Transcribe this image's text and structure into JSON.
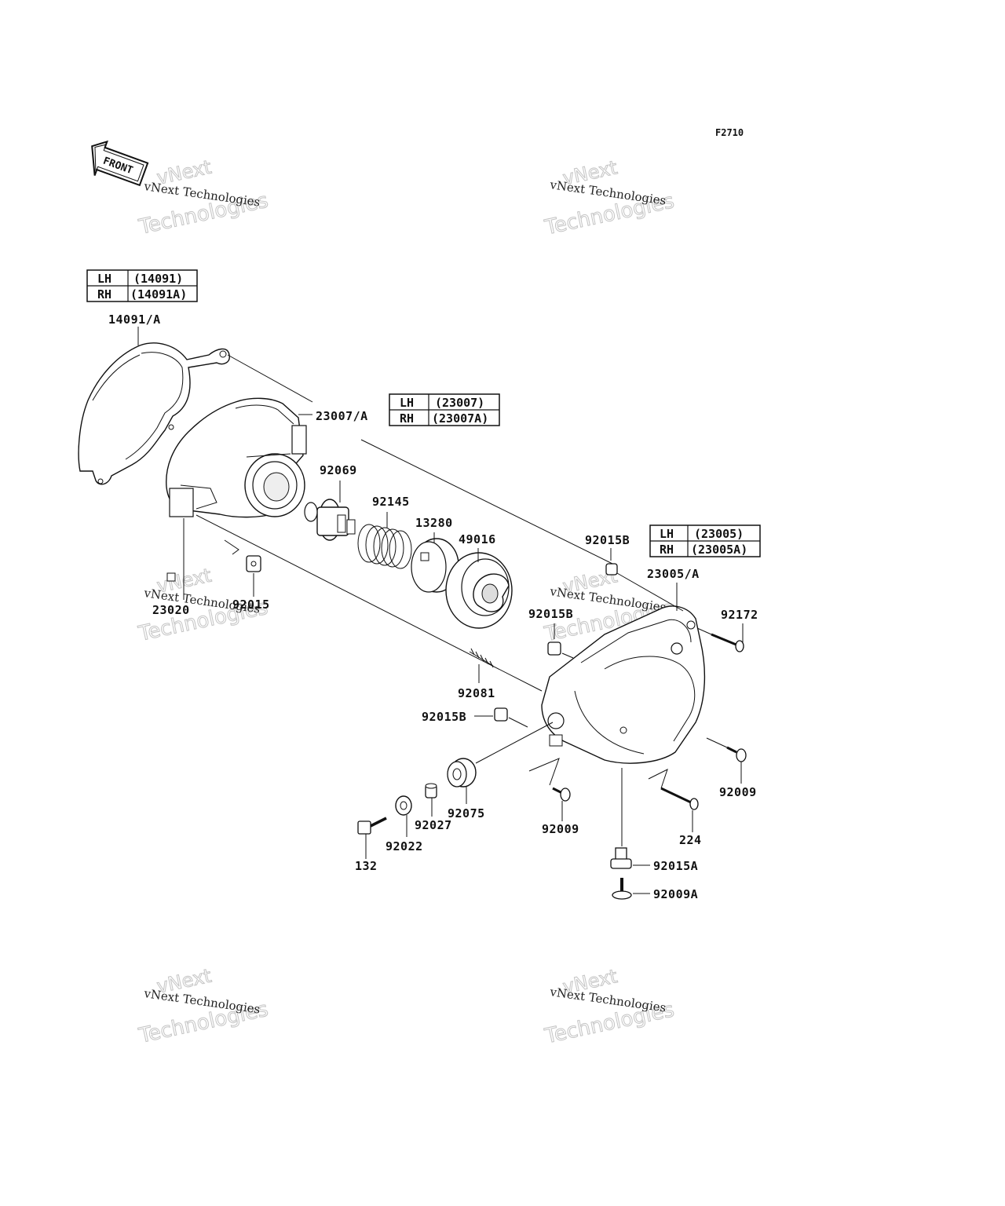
{
  "diagram_code": "F2710",
  "front_label": "FRONT",
  "watermark": {
    "line1": "vNext Technologies",
    "line2": "vNext",
    "line3": "Technologies"
  },
  "tables": [
    {
      "rows": [
        {
          "side": "LH",
          "part": "(14091)"
        },
        {
          "side": "RH",
          "part": "(14091A)"
        }
      ]
    },
    {
      "rows": [
        {
          "side": "LH",
          "part": "(23007)"
        },
        {
          "side": "RH",
          "part": "(23007A)"
        }
      ]
    },
    {
      "rows": [
        {
          "side": "LH",
          "part": "(23005)"
        },
        {
          "side": "RH",
          "part": "(23005A)"
        }
      ]
    }
  ],
  "labels": {
    "p14091A": "14091/A",
    "p23007A": "23007/A",
    "p92069": "92069",
    "p92145": "92145",
    "p13280": "13280",
    "p49016": "49016",
    "p92015B_top": "92015B",
    "p23005A": "23005/A",
    "p92172": "92172",
    "p92015B_mid": "92015B",
    "p23020": "23020",
    "p92015": "92015",
    "p92081": "92081",
    "p92015B_low": "92015B",
    "p92009_right": "92009",
    "p92075": "92075",
    "p92027": "92027",
    "p92022": "92022",
    "p132": "132",
    "p92009_mid": "92009",
    "p224": "224",
    "p92015A": "92015A",
    "p92009A": "92009A"
  }
}
